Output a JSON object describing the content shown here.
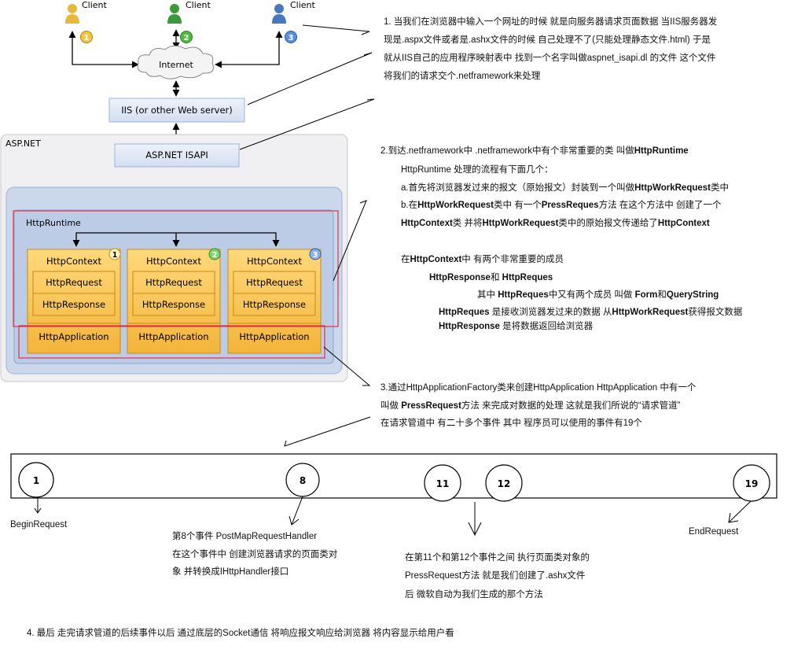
{
  "clients": [
    {
      "label": "Client",
      "badge": "1",
      "color": "#e8b83a",
      "badge_color": "#f5c53a"
    },
    {
      "label": "Client",
      "badge": "2",
      "color": "#3a9a3a",
      "badge_color": "#4cbf3a"
    },
    {
      "label": "Client",
      "badge": "3",
      "color": "#4a78c0",
      "badge_color": "#5a8fe0"
    }
  ],
  "internet_label": "Internet",
  "iis_label": "IIS (or other Web server)",
  "aspnet_label": "ASP.NET",
  "isapi_label": "ASP.NET ISAPI",
  "runtime_label": "HttpRuntime",
  "contexts": [
    {
      "title": "HttpContext",
      "badge": "1",
      "request": "HttpRequest",
      "response": "HttpResponse",
      "application": "HttpApplication"
    },
    {
      "title": "HttpContext",
      "badge": "2",
      "request": "HttpRequest",
      "response": "HttpResponse",
      "application": "HttpApplication"
    },
    {
      "title": "HttpContext",
      "badge": "3",
      "request": "HttpRequest",
      "response": "HttpResponse",
      "application": "HttpApplication"
    }
  ],
  "note1": {
    "line1": "1. 当我们在浏览器中输入一个网址的时候 就是向服务器请求页面数据  当IIS服务器发",
    "line2": "现是.aspx文件或者是.ashx文件的时候 自己处理不了(只能处理静态文件.html) 于是",
    "line3": "就从IIS自己的应用程序映射表中 找到一个名字叫做aspnet_isapi.dl 的文件  这个文件",
    "line4": "将我们的请求交个.netframework来处理"
  },
  "note2": {
    "line1_a": "2.到达.netframework中 .netframework中有个非常重要的类 叫做",
    "line1_b": "HttpRuntime",
    "line2": "HttpRuntime 处理的流程有下面几个：",
    "line3_a": "a.首先将浏览器发过来的报文（原始报文）封装到一个叫做",
    "line3_b": "HttpWorkRequest",
    "line3_c": "类中",
    "line4_a": "b.在",
    "line4_b": "HttpWorkRequest",
    "line4_c": "类中 有一个",
    "line4_d": "PressReques",
    "line4_e": "方法 在这个方法中 创建了一个",
    "line5_a": "HttpContext",
    "line5_b": "类 并将",
    "line5_c": "HttpWorkRequest",
    "line5_d": "类中的原始报文传递给了",
    "line5_e": "HttpContext",
    "line6_a": "在",
    "line6_b": "HttpContext",
    "line6_c": "中 有两个非常重要的成员",
    "line7_a": "HttpResponse",
    "line7_b": "和",
    "line7_c": "HttpReques",
    "line8_a": "其中 ",
    "line8_b": "HttpReques",
    "line8_c": "中又有两个成员 叫做 ",
    "line8_d": "Form",
    "line8_e": "和",
    "line8_f": "QueryString",
    "line9_a": "HttpReques",
    "line9_b": " 是接收浏览器发过来的数据 从",
    "line9_c": "HttpWorkRequest",
    "line9_d": "获得报文数据",
    "line10_a": "HttpResponse",
    "line10_b": " 是将数据返回给浏览器"
  },
  "note3": {
    "line1": "3.通过HttpApplicationFactory类来创建HttpApplication      HttpApplication  中有一个",
    "line2_a": "叫做 ",
    "line2_b": "PressRequest",
    "line2_c": "方法 来完成对数据的处理 这就是我们所说的“请求管道”",
    "line3": "在请求管道中 有二十多个事件 其中 程序员可以使用的事件有19个"
  },
  "events": [
    {
      "num": "1"
    },
    {
      "num": "8"
    },
    {
      "num": "11"
    },
    {
      "num": "12"
    },
    {
      "num": "19"
    }
  ],
  "begin_request": "BeginRequest",
  "end_request": "EndRequest",
  "event8_note": {
    "line1": "第8个事件 PostMapRequestHandler",
    "line2": "在这个事件中 创建浏览器请求的页面类对",
    "line3": "象 并转换成IHttpHandler接口"
  },
  "event11_note": {
    "line1": "在第11个和第12个事件之间 执行页面类对象的",
    "line2": "PressRequest方法 就是我们创建了.ashx文件",
    "line3": "后 微软自动为我们生成的那个方法"
  },
  "note4": "4. 最后 走完请求管道的后续事件以后 通过底层的Socket通信 将响应报文响应给浏览器 将内容显示给用户看"
}
